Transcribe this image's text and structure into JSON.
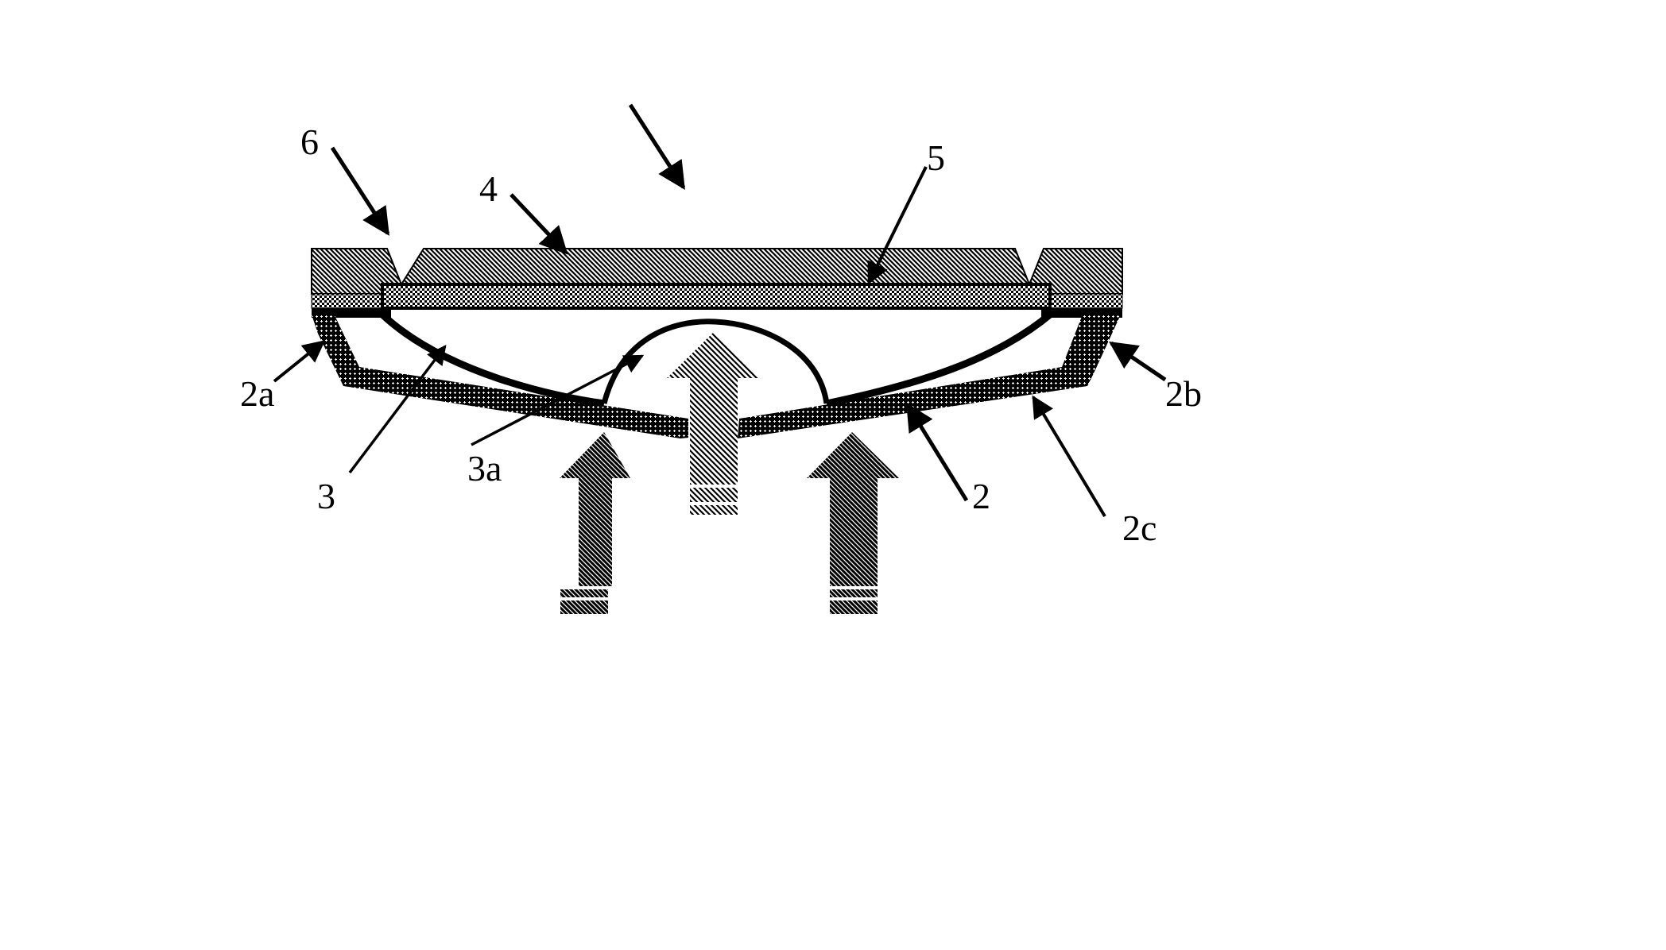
{
  "figure": {
    "type": "patent-cross-section",
    "background": "#ffffff",
    "ink": "#000000"
  },
  "labels": {
    "l6": "6",
    "l4": "4",
    "l5": "5",
    "l2a": "2a",
    "l3": "3",
    "l3a": "3a",
    "l2b": "2b",
    "l2": "2",
    "l2c": "2c"
  },
  "components": [
    {
      "ref": "4",
      "description": "top hatched layer with V-notches"
    },
    {
      "ref": "5",
      "description": "dotted plate beneath layer 4"
    },
    {
      "ref": "6",
      "description": "V-notch groove in layer 4"
    },
    {
      "ref": "2",
      "description": "dotted membrane (lower, dished)"
    },
    {
      "ref": "2a",
      "description": "left bent edge of membrane 2"
    },
    {
      "ref": "2b",
      "description": "right bent edge of membrane 2"
    },
    {
      "ref": "2c",
      "description": "right sloped portion of membrane 2"
    },
    {
      "ref": "3",
      "description": "curved black element"
    },
    {
      "ref": "3a",
      "description": "dome-shaped central bulge of element 3"
    }
  ],
  "arrows": {
    "force_arrows_count": 3,
    "direction": "up"
  }
}
